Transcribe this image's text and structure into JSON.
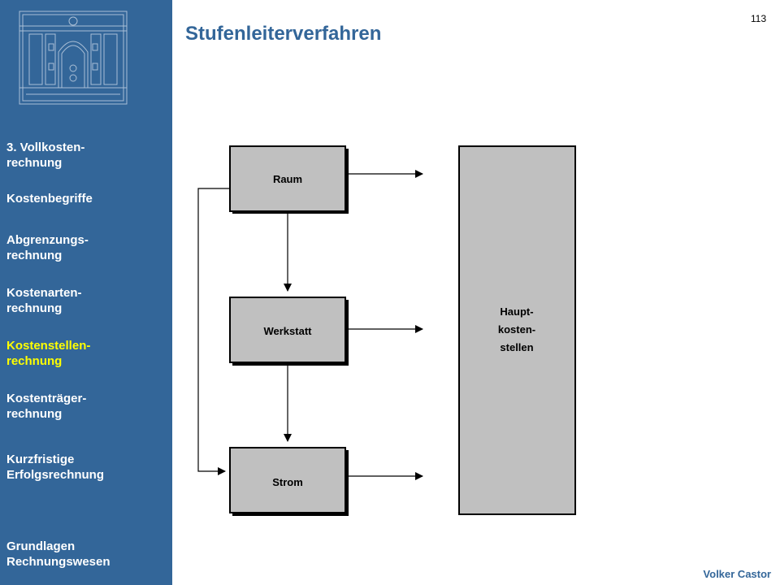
{
  "sidebar": {
    "items": [
      {
        "label": "3. Vollkosten-\n   rechnung",
        "active": false
      },
      {
        "label": "Kostenbegriffe",
        "active": false
      },
      {
        "label": "Abgrenzungs-\nrechnung",
        "active": false
      },
      {
        "label": "Kostenarten-\nrechnung",
        "active": false
      },
      {
        "label": "Kostenstellen-\nrechnung",
        "active": true
      },
      {
        "label": "Kostenträger-\nrechnung",
        "active": false
      },
      {
        "label": "Kurzfristige\nErfolgsrechnung",
        "active": false
      }
    ],
    "course": "Grundlagen\nRechnungswesen"
  },
  "slide": {
    "title": "Stufenleiterverfahren",
    "page_number": "113",
    "author": "Volker Castor"
  },
  "diagram": {
    "nodes": {
      "raum": "Raum",
      "werkstatt": "Werkstatt",
      "strom": "Strom",
      "haupt": [
        "Haupt-",
        "kosten-",
        "stellen"
      ]
    }
  },
  "colors": {
    "sidebar_bg": "#336699",
    "active_item": "#ffff00",
    "box_fill": "#c0c0c0"
  }
}
